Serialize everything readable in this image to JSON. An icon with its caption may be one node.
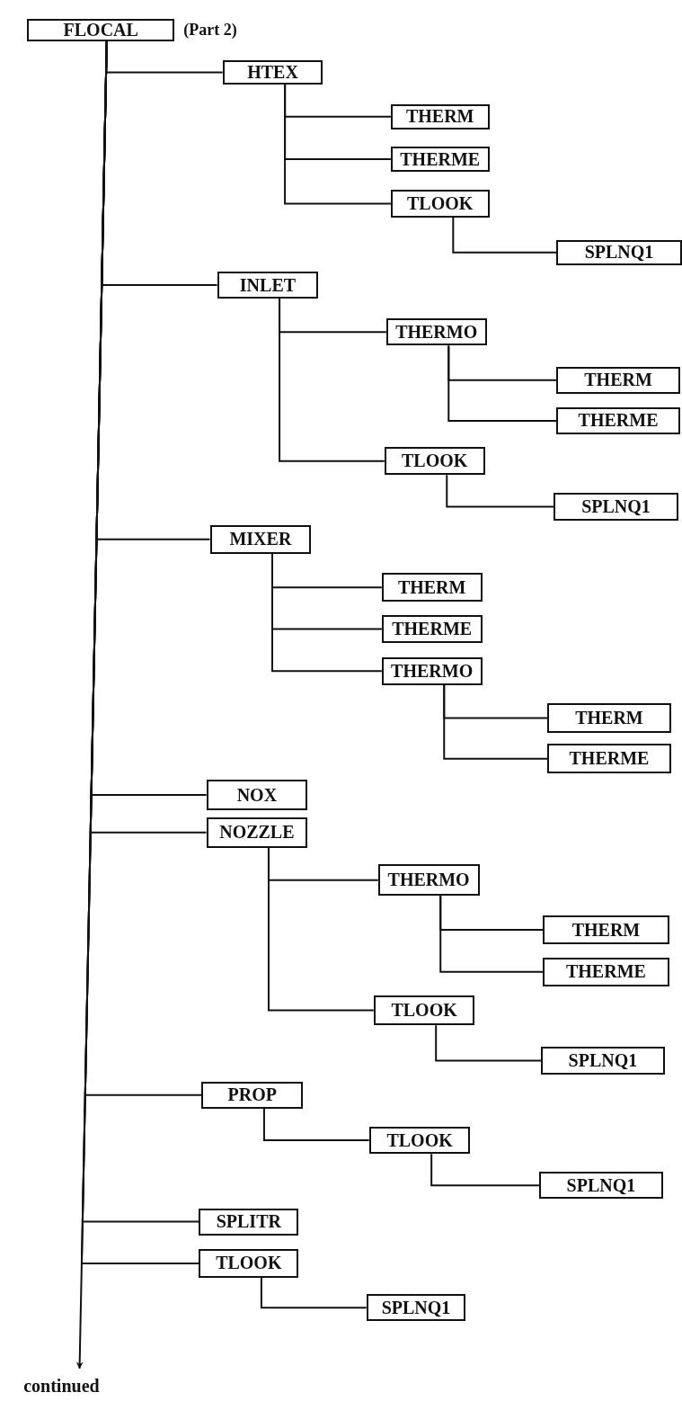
{
  "diagram": {
    "nodes": [
      {
        "text": [
          "FLOCAL"
        ],
        "beside": [
          "(Part 2)"
        ]
      },
      {
        "text": [
          "HTEX"
        ]
      },
      {
        "text": [
          "THERM"
        ]
      },
      {
        "text": [
          "THERME"
        ]
      },
      {
        "text": [
          "TLOOK"
        ]
      },
      {
        "text": [
          "SPLNQ1"
        ]
      },
      {
        "text": [
          "INLET"
        ]
      },
      {
        "text": [
          "THERMO"
        ]
      },
      {
        "text": [
          "THERM"
        ]
      },
      {
        "text": [
          "THERME"
        ]
      },
      {
        "text": [
          "TLOOK"
        ]
      },
      {
        "text": [
          "SPLNQ1"
        ]
      },
      {
        "text": [
          "MIXER"
        ]
      },
      {
        "text": [
          "THERM"
        ]
      },
      {
        "text": [
          "THERME"
        ]
      },
      {
        "text": [
          "THERMO"
        ]
      },
      {
        "text": [
          "THERM"
        ]
      },
      {
        "text": [
          "THERME"
        ]
      },
      {
        "text": [
          "NOX"
        ]
      },
      {
        "text": [
          "NOZZLE"
        ]
      },
      {
        "text": [
          "THERMO"
        ]
      },
      {
        "text": [
          "THERM"
        ]
      },
      {
        "text": [
          "THERME"
        ]
      },
      {
        "text": [
          "TLOOK"
        ]
      },
      {
        "text": [
          "SPLNQ1"
        ]
      },
      {
        "text": [
          "PROP"
        ]
      },
      {
        "text": [
          "TLOOK"
        ]
      },
      {
        "text": [
          "SPLNQ1"
        ]
      },
      {
        "text": [
          "SPLITR"
        ]
      },
      {
        "text": [
          "TLOOK"
        ]
      },
      {
        "text": [
          "SPLNQ1"
        ]
      },
      {
        "text": [
          "continued"
        ]
      }
    ],
    "edges": [
      {
        "from": 0,
        "to": 1,
        "arrow": "none"
      },
      {
        "from": 1,
        "to": 2,
        "arrow": "none"
      },
      {
        "from": 1,
        "to": 3,
        "arrow": "none"
      },
      {
        "from": 1,
        "to": 4,
        "arrow": "none"
      },
      {
        "from": 4,
        "to": 5,
        "arrow": "none"
      },
      {
        "from": 0,
        "to": 6,
        "arrow": "none"
      },
      {
        "from": 6,
        "to": 7,
        "arrow": "none"
      },
      {
        "from": 7,
        "to": 8,
        "arrow": "none"
      },
      {
        "from": 7,
        "to": 9,
        "arrow": "none"
      },
      {
        "from": 6,
        "to": 10,
        "arrow": "none"
      },
      {
        "from": 10,
        "to": 11,
        "arrow": "none"
      },
      {
        "from": 0,
        "to": 12,
        "arrow": "none"
      },
      {
        "from": 12,
        "to": 13,
        "arrow": "none"
      },
      {
        "from": 12,
        "to": 14,
        "arrow": "none"
      },
      {
        "from": 12,
        "to": 15,
        "arrow": "none"
      },
      {
        "from": 15,
        "to": 16,
        "arrow": "none"
      },
      {
        "from": 15,
        "to": 17,
        "arrow": "none"
      },
      {
        "from": 0,
        "to": 18,
        "arrow": "none"
      },
      {
        "from": 0,
        "to": 19,
        "arrow": "none"
      },
      {
        "from": 19,
        "to": 20,
        "arrow": "none"
      },
      {
        "from": 20,
        "to": 21,
        "arrow": "none"
      },
      {
        "from": 20,
        "to": 22,
        "arrow": "none"
      },
      {
        "from": 19,
        "to": 23,
        "arrow": "none"
      },
      {
        "from": 23,
        "to": 24,
        "arrow": "none"
      },
      {
        "from": 0,
        "to": 25,
        "arrow": "none"
      },
      {
        "from": 25,
        "to": 26,
        "arrow": "none"
      },
      {
        "from": 26,
        "to": 27,
        "arrow": "none"
      },
      {
        "from": 0,
        "to": 28,
        "arrow": "none"
      },
      {
        "from": 0,
        "to": 29,
        "arrow": "none"
      },
      {
        "from": 29,
        "to": 30,
        "arrow": "none"
      },
      {
        "from": 0,
        "to": 31,
        "arrow": "to"
      }
    ]
  }
}
